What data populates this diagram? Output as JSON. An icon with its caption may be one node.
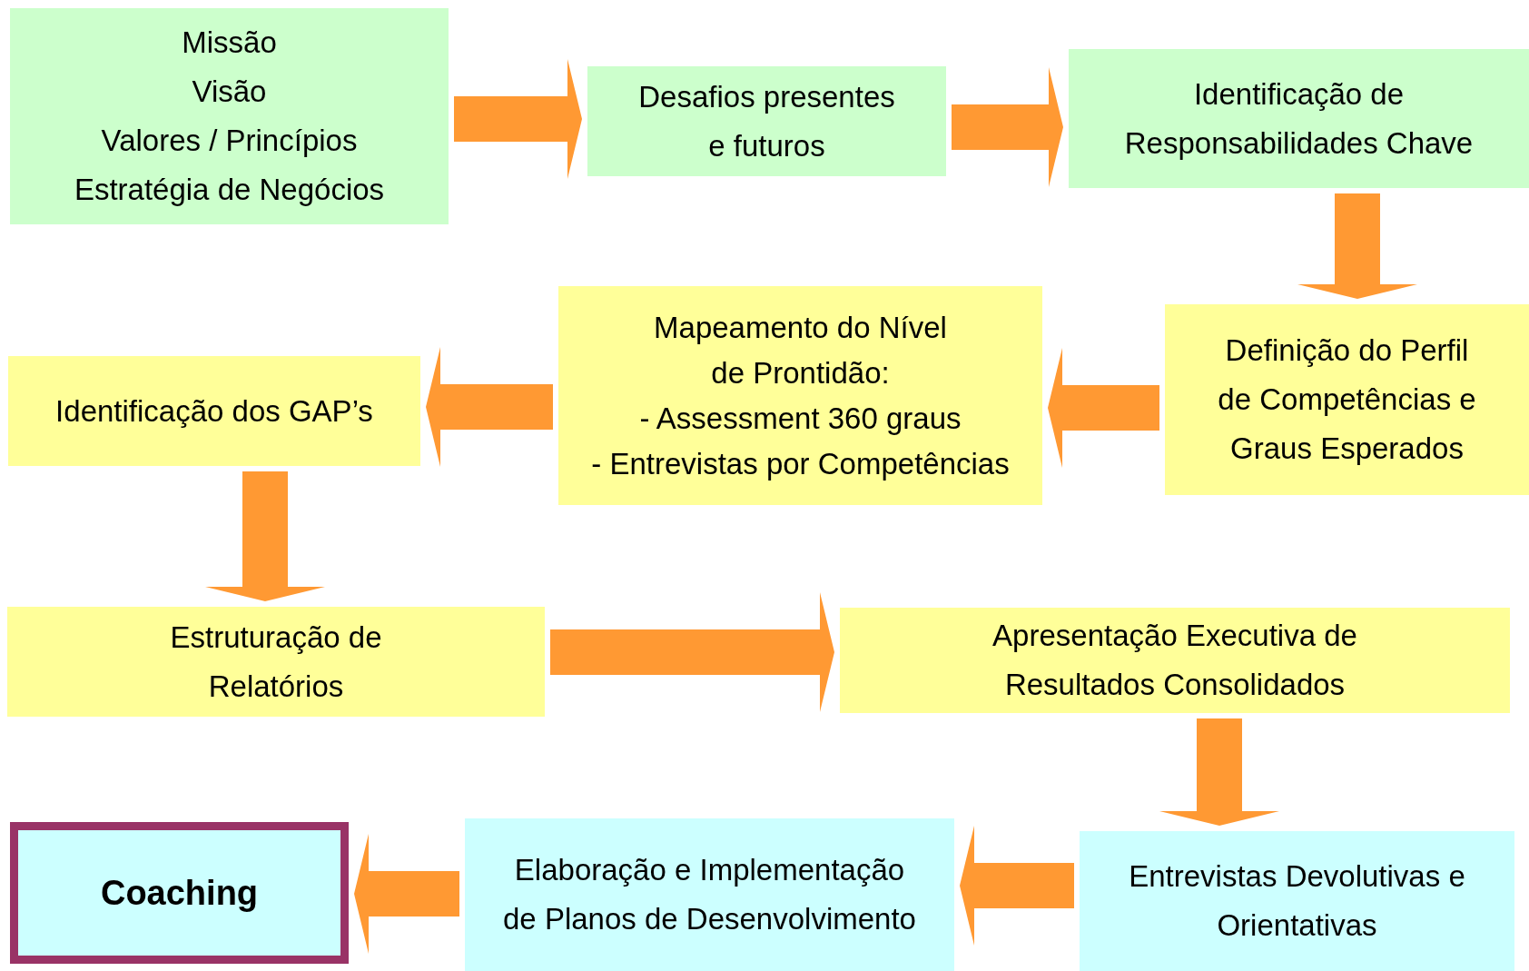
{
  "diagram": {
    "nodes": [
      {
        "text": [
          "Missão",
          "Visão",
          "Valores / Princípios",
          "Estratégia de Negócios"
        ]
      },
      {
        "text": [
          "Desafios presentes e futuros"
        ]
      },
      {
        "text": [
          "Identificação de Responsabilidades Chave"
        ]
      },
      {
        "text": [
          "Definição do Perfil de Competências e Graus Esperados"
        ]
      },
      {
        "text": [
          "Mapeamento do Nível de Prontidão:",
          "- Assessment 360 graus",
          "- Entrevistas por Competências"
        ]
      },
      {
        "text": [
          "Identificação dos GAP’s"
        ]
      },
      {
        "text": [
          "Estruturação de Relatórios"
        ]
      },
      {
        "text": [
          "Apresentação Executiva de Resultados Consolidados"
        ]
      },
      {
        "text": [
          "Entrevistas Devolutivas e Orientativas"
        ]
      },
      {
        "text": [
          "Elaboração e Implementação de Planos de Desenvolvimento"
        ]
      },
      {
        "text": [
          "Coaching"
        ]
      }
    ],
    "edges": [
      {
        "from": 0,
        "to": 1,
        "arrow": "to"
      },
      {
        "from": 1,
        "to": 2,
        "arrow": "to"
      },
      {
        "from": 2,
        "to": 3,
        "arrow": "to"
      },
      {
        "from": 3,
        "to": 4,
        "arrow": "to"
      },
      {
        "from": 4,
        "to": 5,
        "arrow": "to"
      },
      {
        "from": 5,
        "to": 6,
        "arrow": "to"
      },
      {
        "from": 6,
        "to": 7,
        "arrow": "to"
      },
      {
        "from": 7,
        "to": 8,
        "arrow": "to"
      },
      {
        "from": 8,
        "to": 9,
        "arrow": "to"
      },
      {
        "from": 9,
        "to": 10,
        "arrow": "to"
      }
    ]
  }
}
